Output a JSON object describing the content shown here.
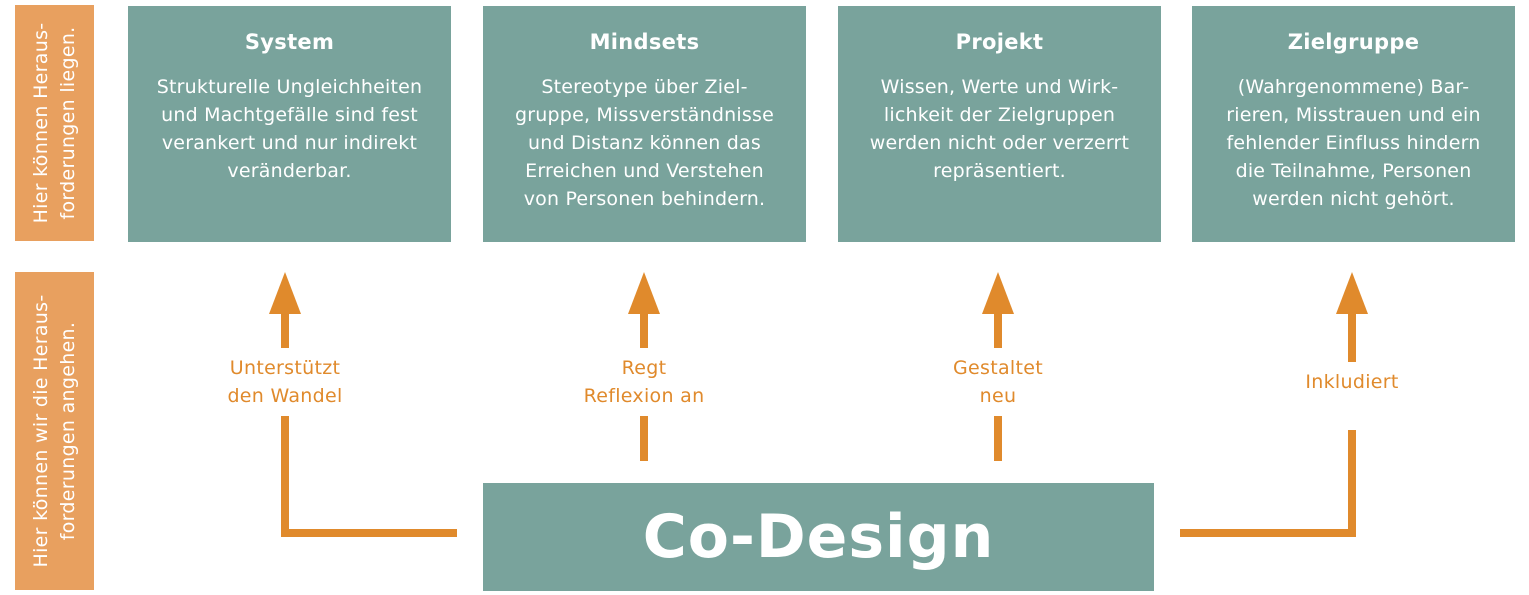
{
  "side_labels": {
    "top": [
      "Hier können Heraus-",
      "forderungen liegen."
    ],
    "bottom": [
      "Hier können wir die Heraus-",
      "forderungen angehen."
    ]
  },
  "boxes": [
    {
      "title": "System",
      "lines": [
        "Strukturelle Ungleichheiten",
        "und Machtgefälle sind fest",
        "verankert und nur indirekt",
        "veränderbar."
      ]
    },
    {
      "title": "Mindsets",
      "lines": [
        "Stereotype über Ziel-",
        "gruppe, Missverständnisse",
        "und Distanz können das",
        "Erreichen und Verstehen",
        "von Personen behindern."
      ]
    },
    {
      "title": "Projekt",
      "lines": [
        "Wissen, Werte und Wirk-",
        "lichkeit der Zielgruppen",
        "werden nicht oder verzerrt",
        "repräsentiert."
      ]
    },
    {
      "title": "Zielgruppe",
      "lines": [
        "(Wahrgenommene) Bar-",
        "rieren, Misstrauen und ein",
        "fehlender Einfluss hindern",
        "die Teilnahme, Personen",
        "werden nicht gehört."
      ]
    }
  ],
  "arrow_labels": [
    [
      "Unterstützt",
      "den Wandel"
    ],
    [
      "Regt",
      "Reflexion an"
    ],
    [
      "Gestaltet",
      "neu"
    ],
    [
      "Inkludiert"
    ]
  ],
  "center": {
    "label": "Co-Design"
  },
  "colors": {
    "teal": "#79a39c",
    "orange_bar": "#e8a05f",
    "orange_arrow": "#e08a2c",
    "text_on_color": "#ffffff"
  }
}
